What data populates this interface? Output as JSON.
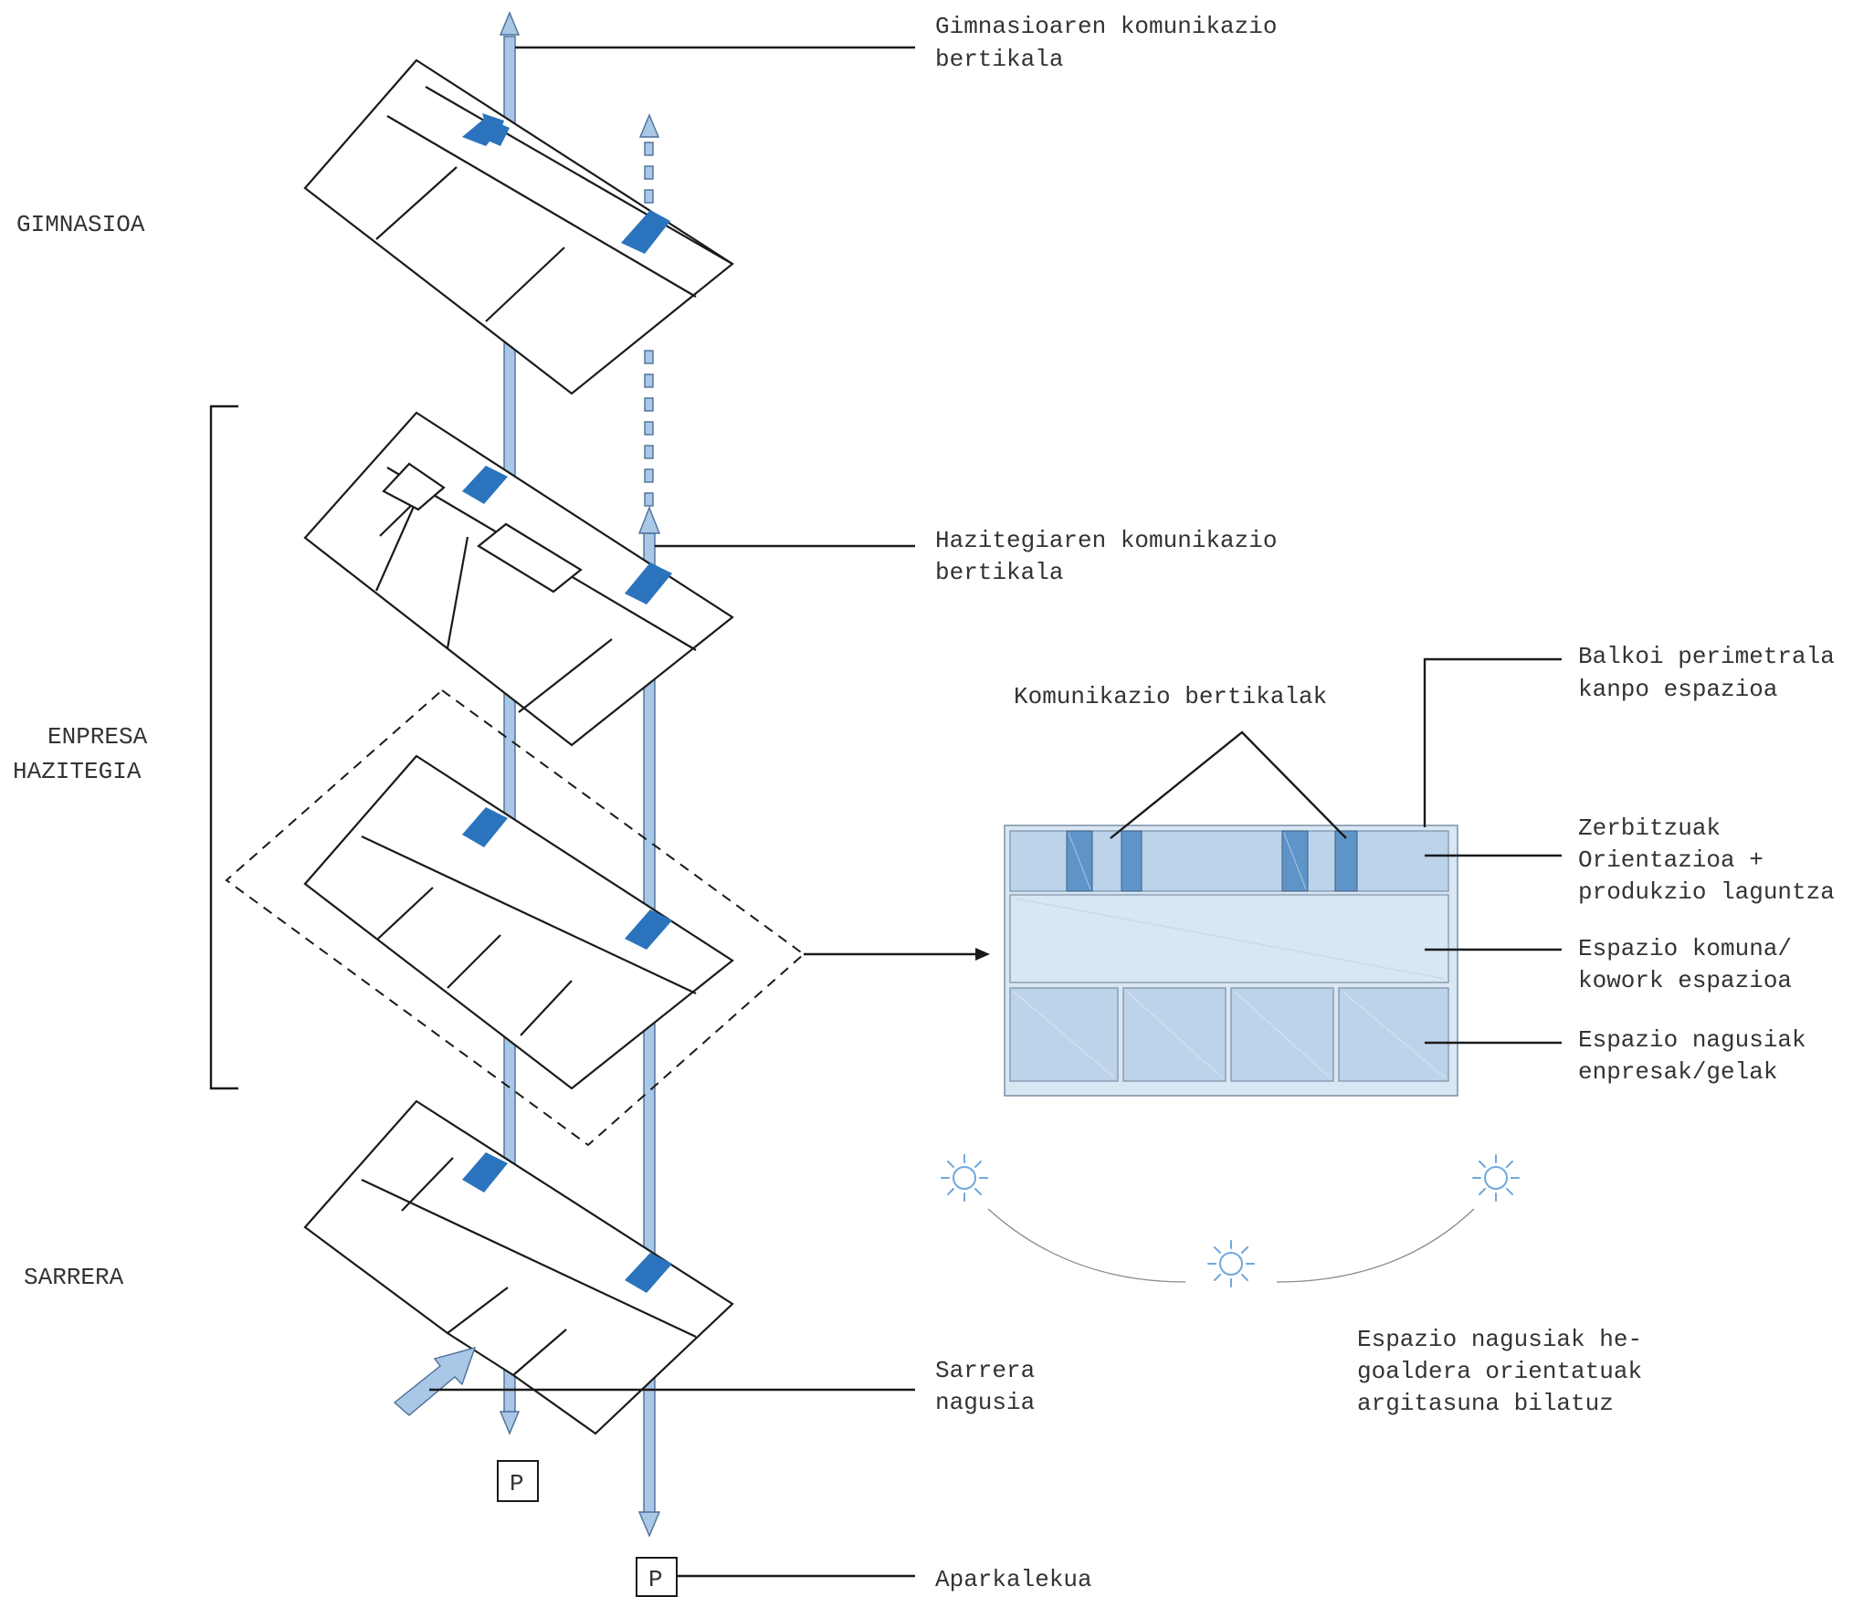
{
  "levels": {
    "gym": "GIMNASIOA",
    "incubator_line1": "ENPRESA",
    "incubator_line2": "HAZITEGIA",
    "entrance": "SARRERA"
  },
  "callouts": {
    "gym_circulation_line1": "Gimnasioaren komunikazio",
    "gym_circulation_line2": "bertikala",
    "incubator_circulation_line1": "Hazitegiaren komunikazio",
    "incubator_circulation_line2": "bertikala",
    "main_entrance_line1": "Sarrera",
    "main_entrance_line2": "nagusia",
    "parking": "Aparkalekua"
  },
  "plan": {
    "vertical_comms": "Komunikazio bertikalak",
    "balcony_line1": "Balkoi perimetrala",
    "balcony_line2": "kanpo espazioa",
    "services_line1": "Zerbitzuak",
    "services_line2": "Orientazioa +",
    "services_line3": "produkzio laguntza",
    "common_line1": "Espazio komuna/",
    "common_line2": "kowork espazioa",
    "main_spaces_line1": "Espazio nagusiak",
    "main_spaces_line2": "enpresak/gelak"
  },
  "orientation_note": {
    "line1": "Espazio nagusiak he-",
    "line2": "goaldera orientatuak",
    "line3": "argitasuna bilatuz"
  },
  "parking_symbol": "P",
  "colors": {
    "core_blue": "#2b74bd",
    "shaft_blue": "#a9c7e6",
    "plan_fill": "#bcd3ea",
    "plan_light": "#d9e6f3",
    "sun": "#6fa8dc"
  }
}
